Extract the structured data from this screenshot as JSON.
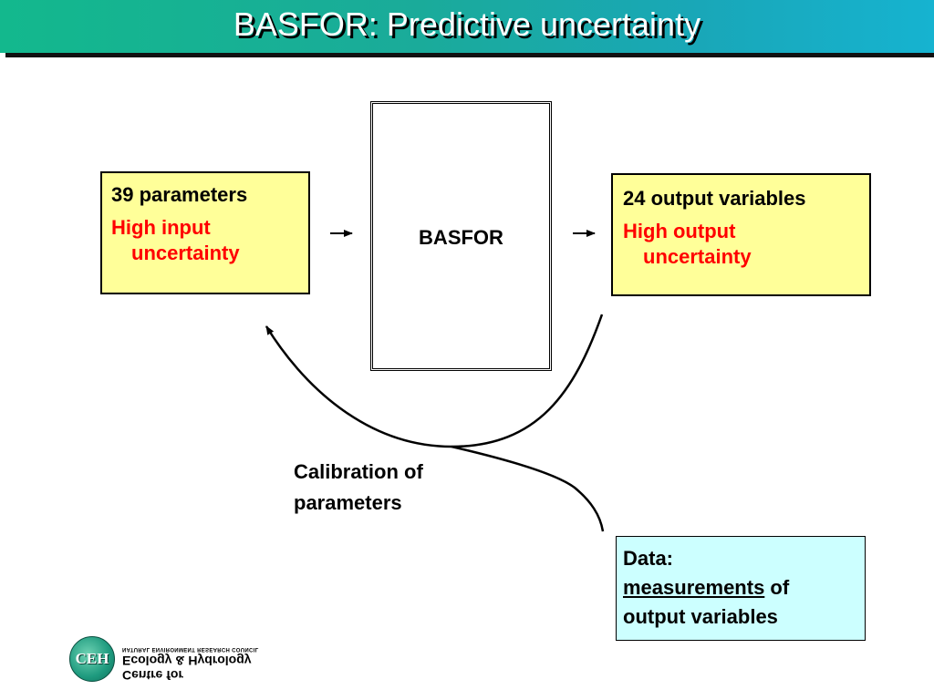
{
  "title": "BASFOR: Predictive uncertainty",
  "input_box": {
    "line1": "39 parameters",
    "line2": "High input",
    "line3": "uncertainty"
  },
  "model_box": {
    "label": "BASFOR"
  },
  "output_box": {
    "line1": "24 output variables",
    "line2": "High output",
    "line3": "uncertainty"
  },
  "calibration": {
    "line1": "Calibration of",
    "line2": "parameters"
  },
  "data_box": {
    "line1": "Data:",
    "emphasis": "measurements",
    "line2_rest": " of",
    "line3": "output variables"
  },
  "logo": {
    "badge": "CEH",
    "line1": "Centre for",
    "line2": "Ecology & Hydrology",
    "line3": "NATURAL ENVIRONMENT RESEARCH COUNCIL"
  },
  "colors": {
    "title_bar": "#19a7b8",
    "input_output_fill": "#ffff99",
    "uncertainty_text": "#ff0000",
    "data_fill": "#ccffff"
  }
}
